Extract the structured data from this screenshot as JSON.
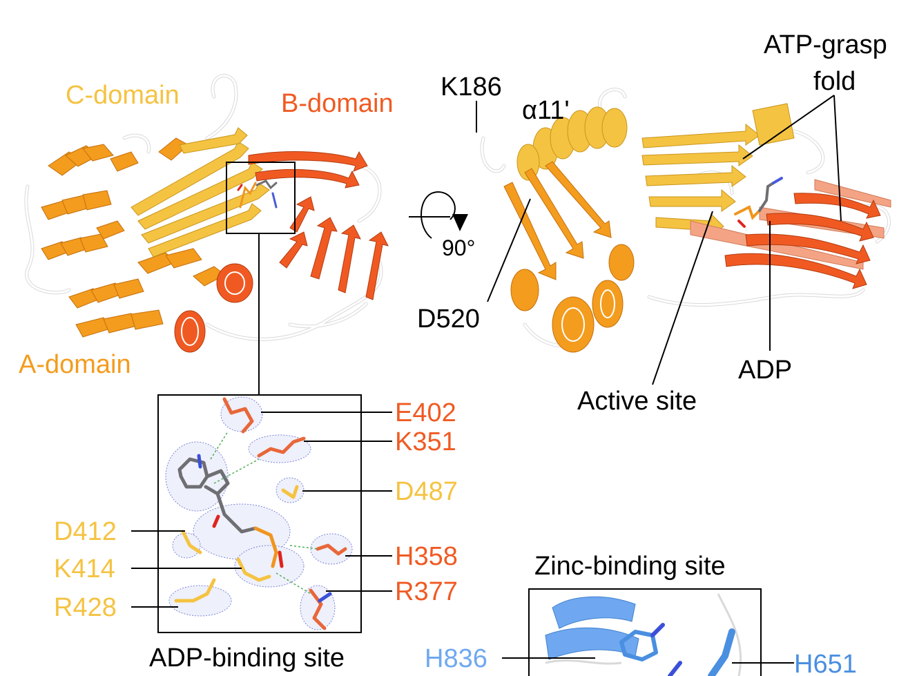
{
  "colors": {
    "a_domain": "#F39C1E",
    "b_domain": "#F05A22",
    "c_domain": "#F5C342",
    "b_light": "#F4A484",
    "adp_carbon": "#6E6E73",
    "phosphate": "#F0951E",
    "oxygen": "#E0241E",
    "nitrogen": "#3B50D8",
    "mesh": "#7A84D8",
    "zinc_blue": "#4A8FE0",
    "zinc_light": "#6FA8F0",
    "loop": "#d8d8d8",
    "black": "#000000"
  },
  "domains": {
    "c_domain": "C-domain",
    "b_domain": "B-domain",
    "a_domain": "A-domain"
  },
  "rotation": {
    "angle": "90°"
  },
  "right_view": {
    "k186": "K186",
    "alpha11": "α11'",
    "d520": "D520",
    "atp_grasp_1": "ATP-grasp",
    "atp_grasp_2": "fold",
    "active_site": "Active site",
    "adp": "ADP"
  },
  "adp_site": {
    "caption": "ADP-binding site",
    "left_residues": [
      "D412",
      "K414",
      "R428"
    ],
    "right_residues": [
      "E402",
      "K351",
      "D487",
      "H358",
      "R377"
    ]
  },
  "zinc_site": {
    "caption": "Zinc-binding site",
    "residues": [
      "H836",
      "H651"
    ]
  }
}
